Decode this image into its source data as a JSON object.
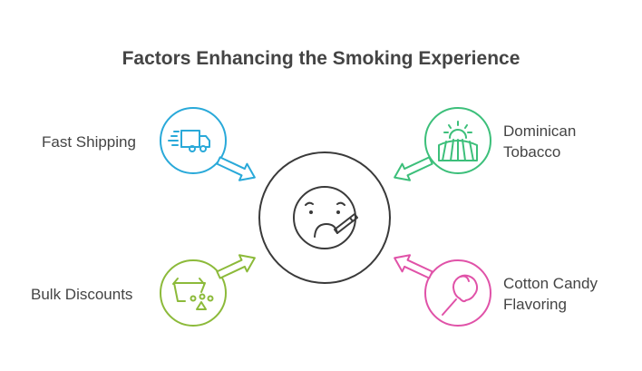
{
  "title": "Factors Enhancing the Smoking Experience",
  "center": {
    "icon": "smoking-face-icon",
    "color": "#3a3a3a"
  },
  "factors": [
    {
      "label": "Fast Shipping",
      "icon": "delivery-truck-icon",
      "color": "#29a9d9"
    },
    {
      "label_line1": "Dominican",
      "label_line2": "Tobacco",
      "icon": "sunrise-field-icon",
      "color": "#3cbf7a"
    },
    {
      "label": "Bulk Discounts",
      "icon": "basket-icon",
      "color": "#8cba3a"
    },
    {
      "label_line1": "Cotton Candy",
      "label_line2": "Flavoring",
      "icon": "cotton-candy-icon",
      "color": "#e052a8"
    }
  ]
}
